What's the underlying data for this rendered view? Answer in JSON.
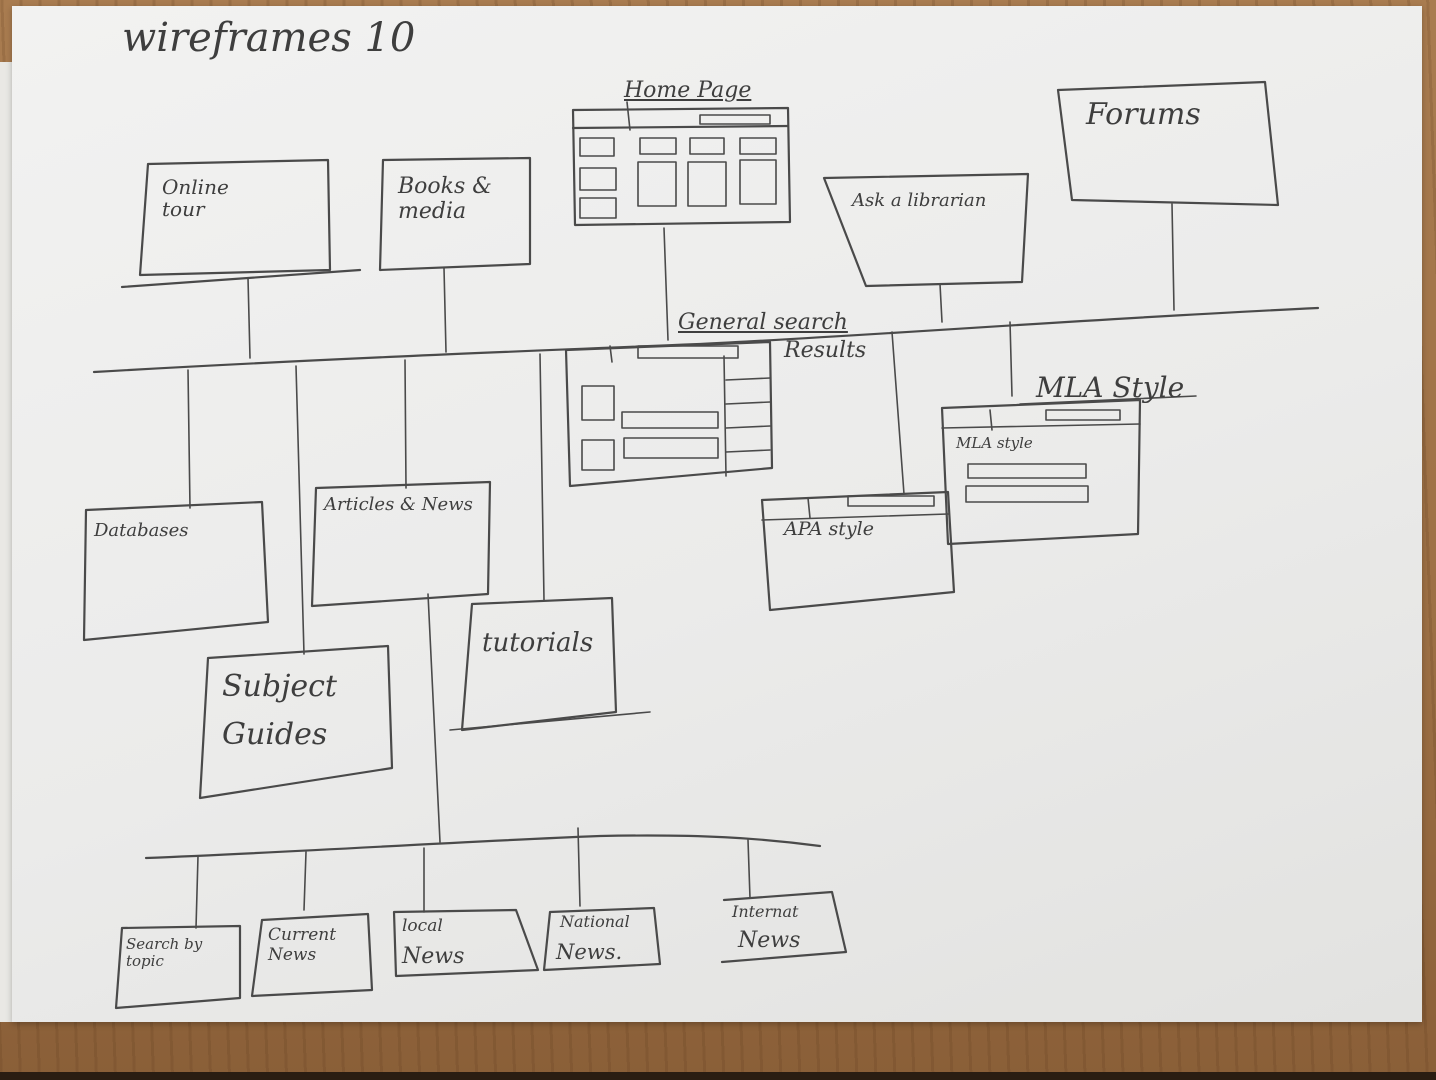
{
  "title": "wireframes 10",
  "colors": {
    "paper": "#efefee",
    "ink": "#4a4a4a",
    "desk": "#a77a4e"
  },
  "top_nodes": {
    "homepage": "Home Page",
    "online_tour": "Online tour",
    "books_media": "Books & media",
    "ask_librarian": "Ask a librarian",
    "forums": "Forums"
  },
  "middle_nodes": {
    "general_search": "General search",
    "general_results": "Results",
    "mla_style_title": "MLA Style",
    "mla_style_inner": "MLA style",
    "apa_style": "APA style"
  },
  "section_nodes": {
    "databases": "Databases",
    "articles_news": "Articles & News",
    "tutorials": "tutorials",
    "subject_guides_line1": "Subject",
    "subject_guides_line2": "Guides"
  },
  "news_nodes": {
    "search_by_topic": "Search by topic",
    "current_news": "Current News",
    "local_news_line1": "local",
    "local_news_line2": "News",
    "national_news_line1": "National",
    "national_news_line2": "News.",
    "international_news_line1": "Internat",
    "international_news_line2": "News"
  }
}
